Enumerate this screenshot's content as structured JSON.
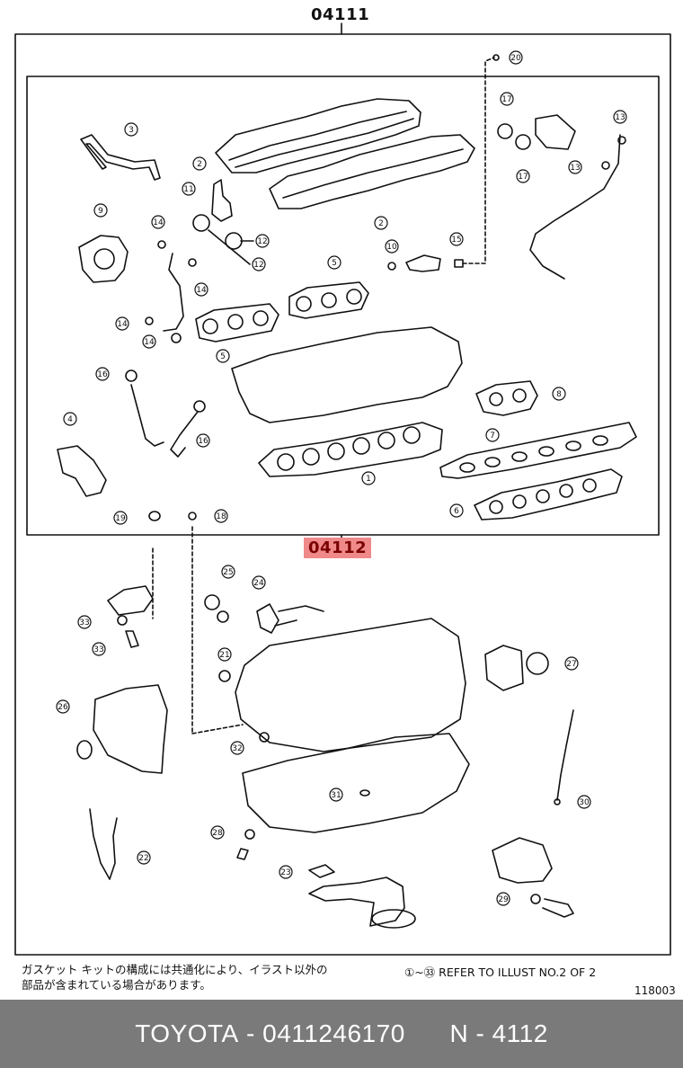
{
  "assembly_code": "04111",
  "subassembly_code": "04112",
  "callouts": [
    "1",
    "2",
    "2",
    "3",
    "4",
    "5",
    "5",
    "6",
    "7",
    "8",
    "9",
    "10",
    "11",
    "12",
    "12",
    "13",
    "13",
    "14",
    "14",
    "14",
    "14",
    "15",
    "16",
    "16",
    "17",
    "17",
    "18",
    "19",
    "20",
    "21",
    "22",
    "23",
    "24",
    "25",
    "26",
    "27",
    "28",
    "29",
    "30",
    "31",
    "32",
    "33",
    "33"
  ],
  "note_jp_line1": "ガスケット キットの構成には共通化により、イラスト以外の",
  "note_jp_line2": "部品が含まれている場合があります。",
  "note_ref": "①~㉝ REFER TO ILLUST NO.2 OF 2",
  "figure_number": "118003",
  "footer": {
    "brand": "TOYOTA",
    "part_number": "0411246170",
    "page_code": "N - 4112"
  }
}
